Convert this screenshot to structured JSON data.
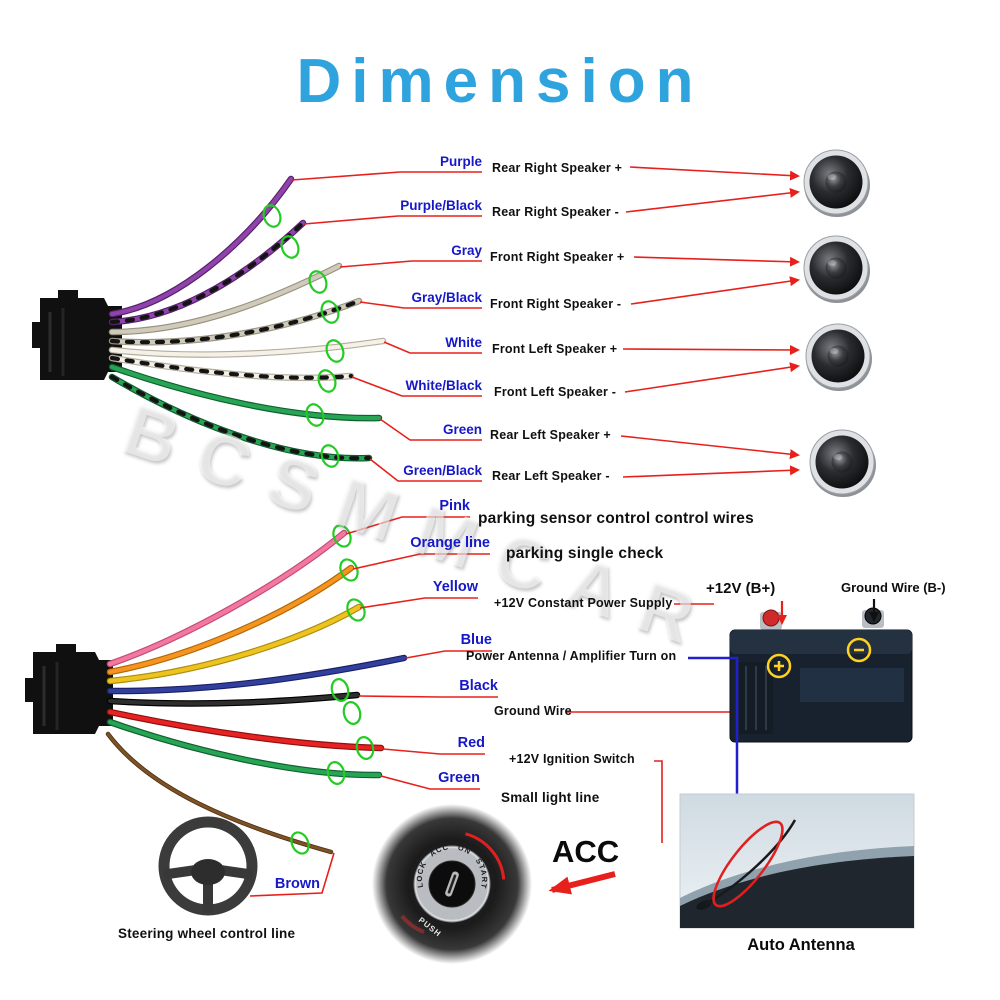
{
  "title": "Dimension",
  "watermark": "BCSMMCAR",
  "speaker_wires": [
    {
      "color": "Purple",
      "desc": "Rear Right Speaker +"
    },
    {
      "color": "Purple/Black",
      "desc": "Rear Right Speaker -"
    },
    {
      "color": "Gray",
      "desc": "Front Right Speaker +"
    },
    {
      "color": "Gray/Black",
      "desc": "Front Right Speaker -"
    },
    {
      "color": "White",
      "desc": "Front Left Speaker +"
    },
    {
      "color": "White/Black",
      "desc": "Front Left Speaker -"
    },
    {
      "color": "Green",
      "desc": "Rear Left Speaker +"
    },
    {
      "color": "Green/Black",
      "desc": "Rear Left Speaker -"
    }
  ],
  "power_wires": [
    {
      "color": "Pink",
      "desc": "parking sensor control control wires"
    },
    {
      "color": "Orange line",
      "desc": "parking single check"
    },
    {
      "color": "Yellow",
      "desc": "+12V Constant Power Supply"
    },
    {
      "color": "Blue",
      "desc": "Power Antenna / Amplifier Turn on"
    },
    {
      "color": "Black",
      "desc": "Ground Wire"
    },
    {
      "color": "Red",
      "desc": "+12V Ignition Switch"
    },
    {
      "color": "Green",
      "desc": "Small light line"
    },
    {
      "color": "Brown",
      "desc": "Steering wheel control line"
    }
  ],
  "battery": {
    "positive_label": "+12V  (B+)",
    "negative_label": "Ground Wire (B-)"
  },
  "ignition": {
    "acc_label": "ACC",
    "ring_text": "LOCK ACC ON START",
    "push_text": "PUSH"
  },
  "antenna_label": "Auto Antenna",
  "colors": {
    "title": "#2fa3de",
    "label_blue": "#1618c8",
    "pointer_red": "#e8201c"
  }
}
